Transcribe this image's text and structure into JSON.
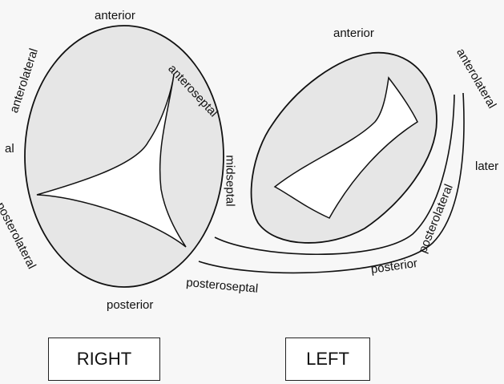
{
  "colors": {
    "background": "#f7f7f7",
    "chamber_fill": "#e6e6e6",
    "lumen_fill": "#ffffff",
    "stroke": "#111111"
  },
  "right": {
    "anterior": "anterior",
    "anteroseptal": "anteroseptal",
    "midseptal": "midseptal",
    "posteroseptal": "posteroseptal",
    "posterior": "posterior",
    "posterolateral": "posterolateral",
    "lateral": "al",
    "anterolateral": "anterolateral",
    "box": "RIGHT"
  },
  "left": {
    "anterior": "anterior",
    "anterolateral": "anterolateral",
    "lateral": "later",
    "posterolateral": "posterolateral",
    "posterior": "posterior",
    "box": "LEFT"
  }
}
